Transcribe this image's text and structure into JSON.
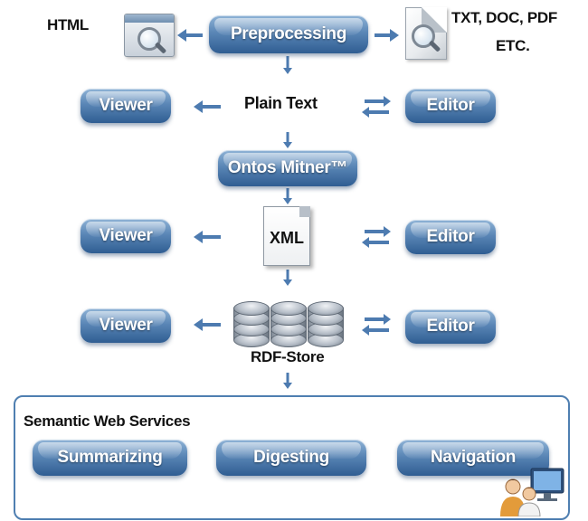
{
  "colors": {
    "arrow": "#4d7bb0",
    "pill_top": "#8fb3d6",
    "pill_bottom": "#2f5d92",
    "panel_border": "#4f7fb1",
    "text": "#111111"
  },
  "labels": {
    "html": "HTML",
    "txt_doc_pdf": "TXT, DOC, PDF",
    "etc": "ETC.",
    "plain_text": "Plain Text",
    "xml": "XML",
    "rdf_store": "RDF-Store"
  },
  "nodes": {
    "preprocessing": "Preprocessing",
    "ontos_miner": "Ontos Mitner™",
    "viewer_1": "Viewer",
    "viewer_2": "Viewer",
    "viewer_3": "Viewer",
    "editor_1": "Editor",
    "editor_2": "Editor",
    "editor_3": "Editor"
  },
  "services_panel": {
    "title": "Semantic Web Services",
    "items": [
      "Summarizing",
      "Digesting",
      "Navigation"
    ]
  },
  "icons": {
    "html_source": "browser-window-icon",
    "doc_source": "document-magnifier-icon",
    "xml_file": "xml-document-icon",
    "rdf_store": "database-cylinders-icon",
    "users": "users-computer-icon",
    "single_arrow": "arrow-icon",
    "exchange_arrows": "bidirectional-arrows-icon"
  }
}
